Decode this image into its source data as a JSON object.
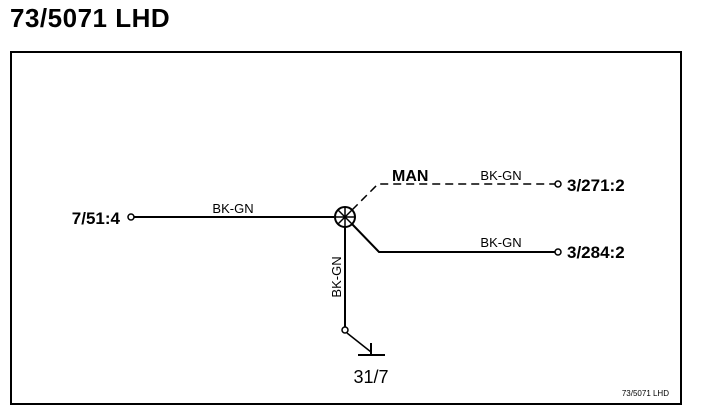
{
  "title": "73/5071 LHD",
  "diagram": {
    "connectors": {
      "left": "7/51:4",
      "right_top": "3/271:2",
      "right_bottom": "3/284:2",
      "ground": "31/7"
    },
    "wires": {
      "left": "BK-GN",
      "right_top": "BK-GN",
      "right_bottom": "BK-GN",
      "vertical": "BK-GN"
    },
    "option_label": "MAN",
    "footer_id": "73/5071 LHD"
  }
}
